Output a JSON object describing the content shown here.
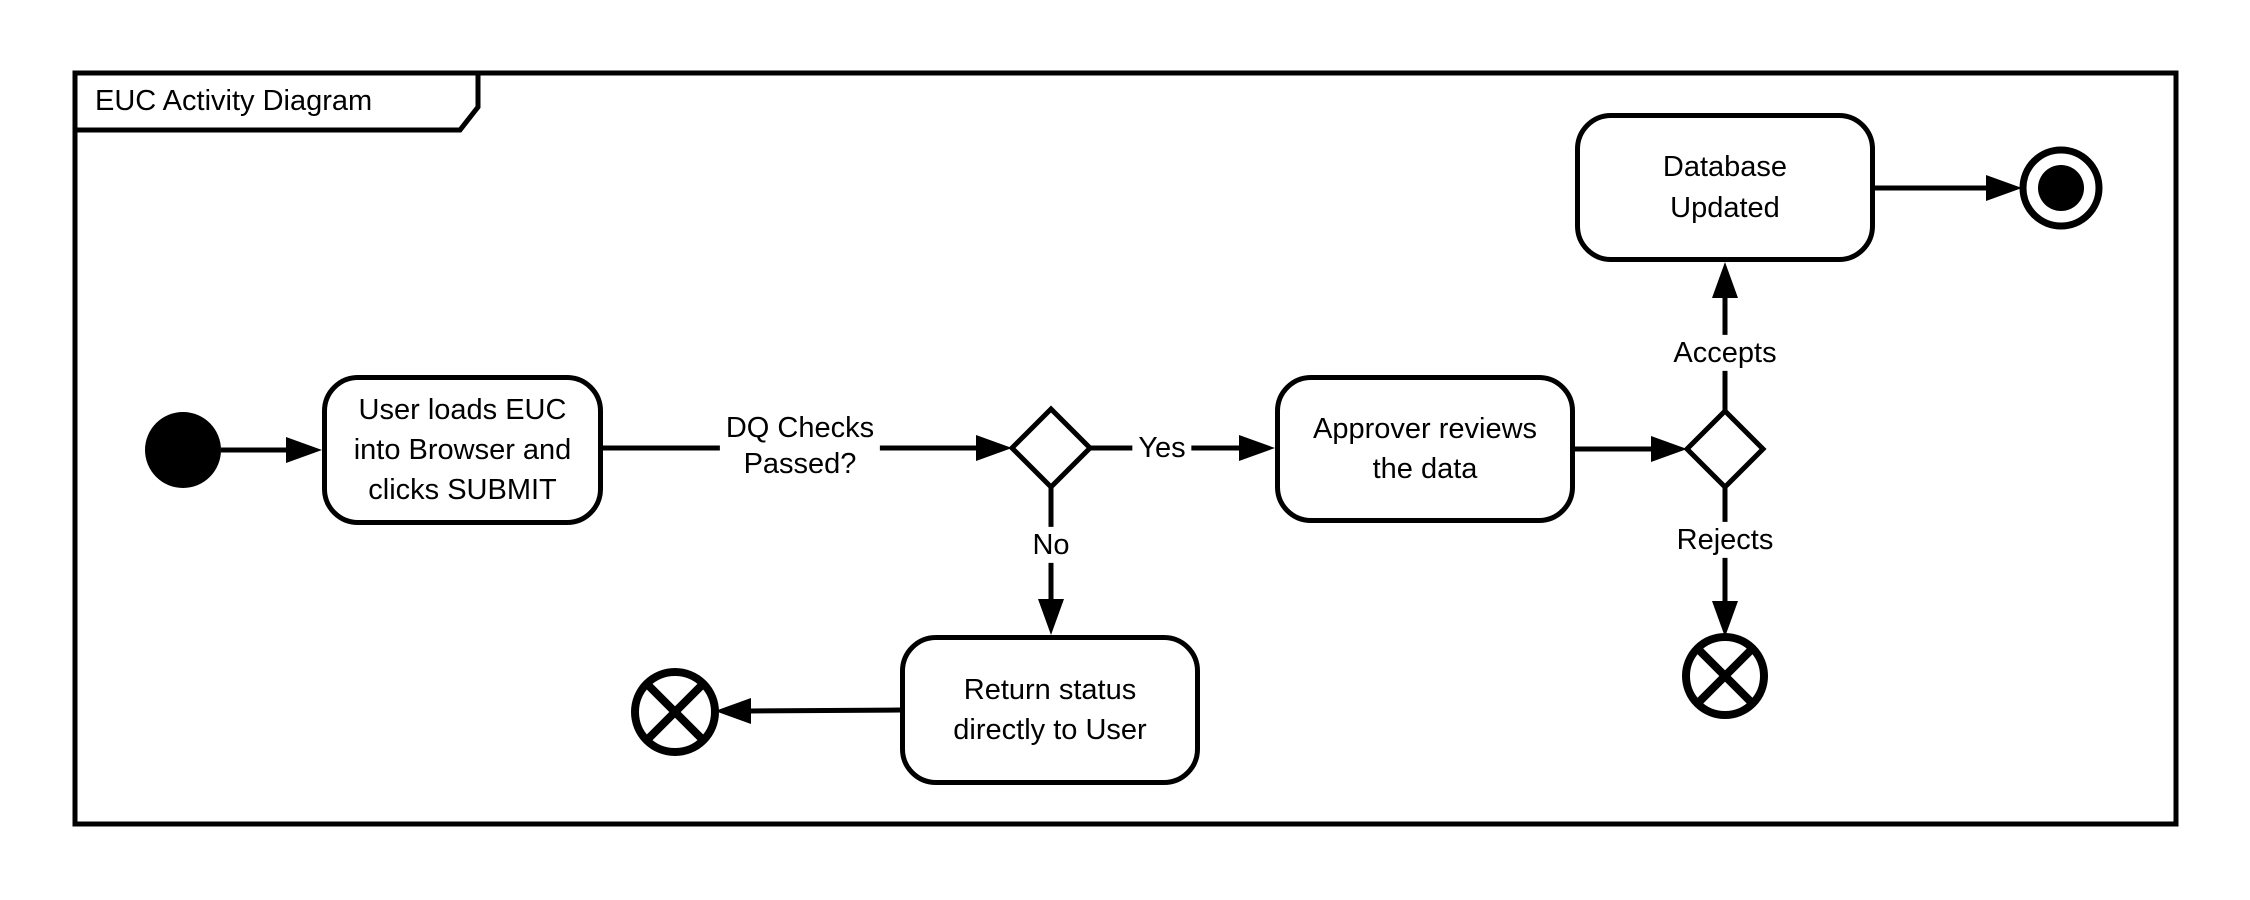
{
  "diagram": {
    "title": "EUC Activity Diagram",
    "colors": {
      "stroke": "#000000",
      "background": "#ffffff"
    },
    "nodes": {
      "start": {
        "type": "initial-node"
      },
      "load_euc": {
        "label": "User loads EUC\ninto Browser and\nclicks SUBMIT"
      },
      "dq_decision": {
        "type": "decision"
      },
      "approver": {
        "label": "Approver reviews\nthe data"
      },
      "approver_decision": {
        "type": "decision"
      },
      "database": {
        "label": "Database\nUpdated"
      },
      "return_status": {
        "label": "Return status\ndirectly to User"
      },
      "activity_final": {
        "type": "activity-final-node"
      },
      "flow_final_reject": {
        "type": "flow-final-node"
      },
      "flow_final_return": {
        "type": "flow-final-node"
      }
    },
    "edges": {
      "dq_label": "DQ Checks\nPassed?",
      "yes_label": "Yes",
      "no_label": "No",
      "accepts_label": "Accepts",
      "rejects_label": "Rejects"
    }
  }
}
